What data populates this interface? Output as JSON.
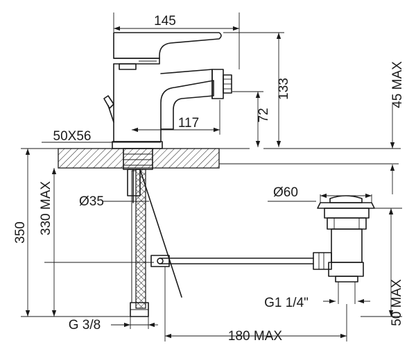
{
  "dimensions": {
    "width_145": "145",
    "height_133": "133",
    "height_72": "72",
    "reach_117": "117",
    "base_50x56": "50X56",
    "depth_45max": "45 MAX",
    "shank_d35": "Ø35",
    "len_350": "350",
    "len_330max": "330 MAX",
    "waste_d60": "Ø60",
    "thread_g114": "G1 1/4\"",
    "waste_50max": "50 MAX",
    "pull_180max": "180 MAX",
    "hose_g38": "G 3/8"
  },
  "colors": {
    "line": "#1a1a1a",
    "hatch": "#1a1a1a",
    "background": "#ffffff"
  }
}
